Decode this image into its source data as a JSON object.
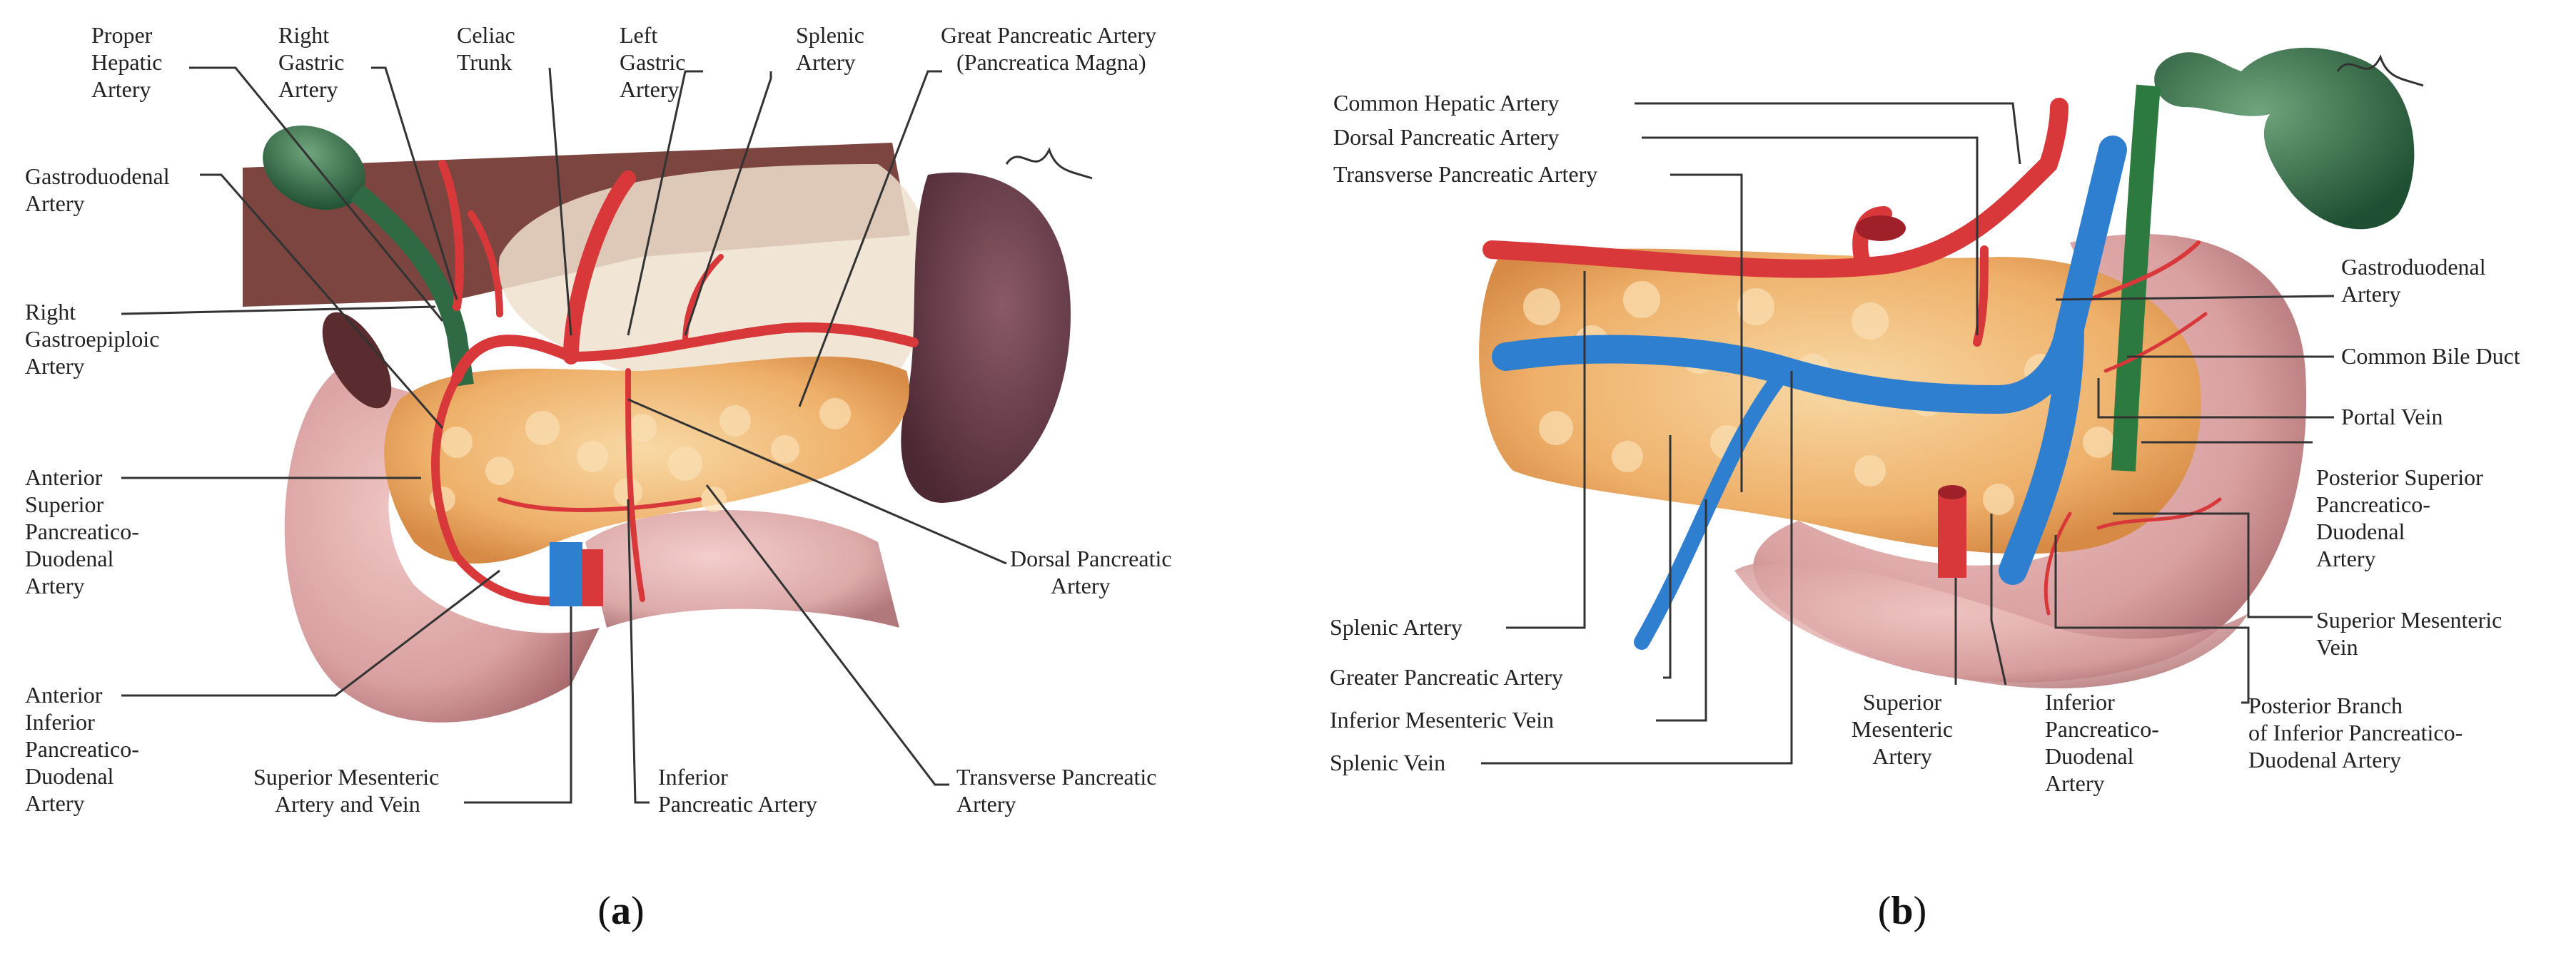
{
  "panel_a": {
    "caption": "a",
    "labels": {
      "proper_hepatic": [
        "Proper",
        "Hepatic",
        "Artery"
      ],
      "right_gastric": [
        "Right",
        "Gastric",
        "Artery"
      ],
      "celiac": [
        "Celiac",
        "Trunk"
      ],
      "left_gastric": [
        "Left",
        "Gastric",
        "Artery"
      ],
      "splenic": [
        "Splenic",
        "Artery"
      ],
      "great_pancreatic": [
        "Great Pancreatic Artery",
        "(Pancreatica Magna)"
      ],
      "gastroduodenal": [
        "Gastroduodenal",
        "Artery"
      ],
      "right_gastroepiploic": [
        "Right",
        "Gastroepiploic",
        "Artery"
      ],
      "anterior_superior": [
        "Anterior",
        "Superior",
        "Pancreatico-",
        "Duodenal",
        "Artery"
      ],
      "dorsal_pancreatic": [
        "Dorsal Pancreatic",
        "Artery"
      ],
      "anterior_inferior": [
        "Anterior",
        "Inferior",
        "Pancreatico-",
        "Duodenal",
        "Artery"
      ],
      "sma_smv": [
        "Superior Mesenteric",
        "Artery and Vein"
      ],
      "inferior_pancreatic": [
        "Inferior",
        "Pancreatic Artery"
      ],
      "transverse_pancreatic": [
        "Transverse Pancreatic",
        "Artery"
      ]
    }
  },
  "panel_b": {
    "caption": "b",
    "labels": {
      "common_hepatic": [
        "Common Hepatic Artery"
      ],
      "dorsal_pancreatic": [
        "Dorsal Pancreatic Artery"
      ],
      "transverse_pancreatic": [
        "Transverse Pancreatic Artery"
      ],
      "gastroduodenal": [
        "Gastroduodenal",
        "Artery"
      ],
      "common_bile_duct": [
        "Common Bile Duct"
      ],
      "portal_vein": [
        "Portal Vein"
      ],
      "posterior_superior": [
        "Posterior Superior",
        "Pancreatico-",
        "Duodenal",
        "Artery"
      ],
      "smv": [
        "Superior Mesenteric",
        "Vein"
      ],
      "posterior_branch": [
        "Posterior Branch",
        "of Inferior Pancreatico-",
        "Duodenal Artery"
      ],
      "splenic_artery": [
        "Splenic Artery"
      ],
      "greater_pancreatic": [
        "Greater Pancreatic Artery"
      ],
      "inferior_mesenteric_vein": [
        "Inferior Mesenteric Vein"
      ],
      "splenic_vein": [
        "Splenic Vein"
      ],
      "sma": [
        "Superior",
        "Mesenteric",
        "Artery"
      ],
      "inferior_pd": [
        "Inferior",
        "Pancreatico-",
        "Duodenal",
        "Artery"
      ]
    }
  },
  "colors": {
    "artery": "#d9383a",
    "vein": "#2f7fd0",
    "pancreas": "#f0b574",
    "duodenum": "#d59a9a",
    "spleen": "#6b3f4b",
    "liver": "#8b4a45",
    "gallbladder": "#2f6a44"
  }
}
